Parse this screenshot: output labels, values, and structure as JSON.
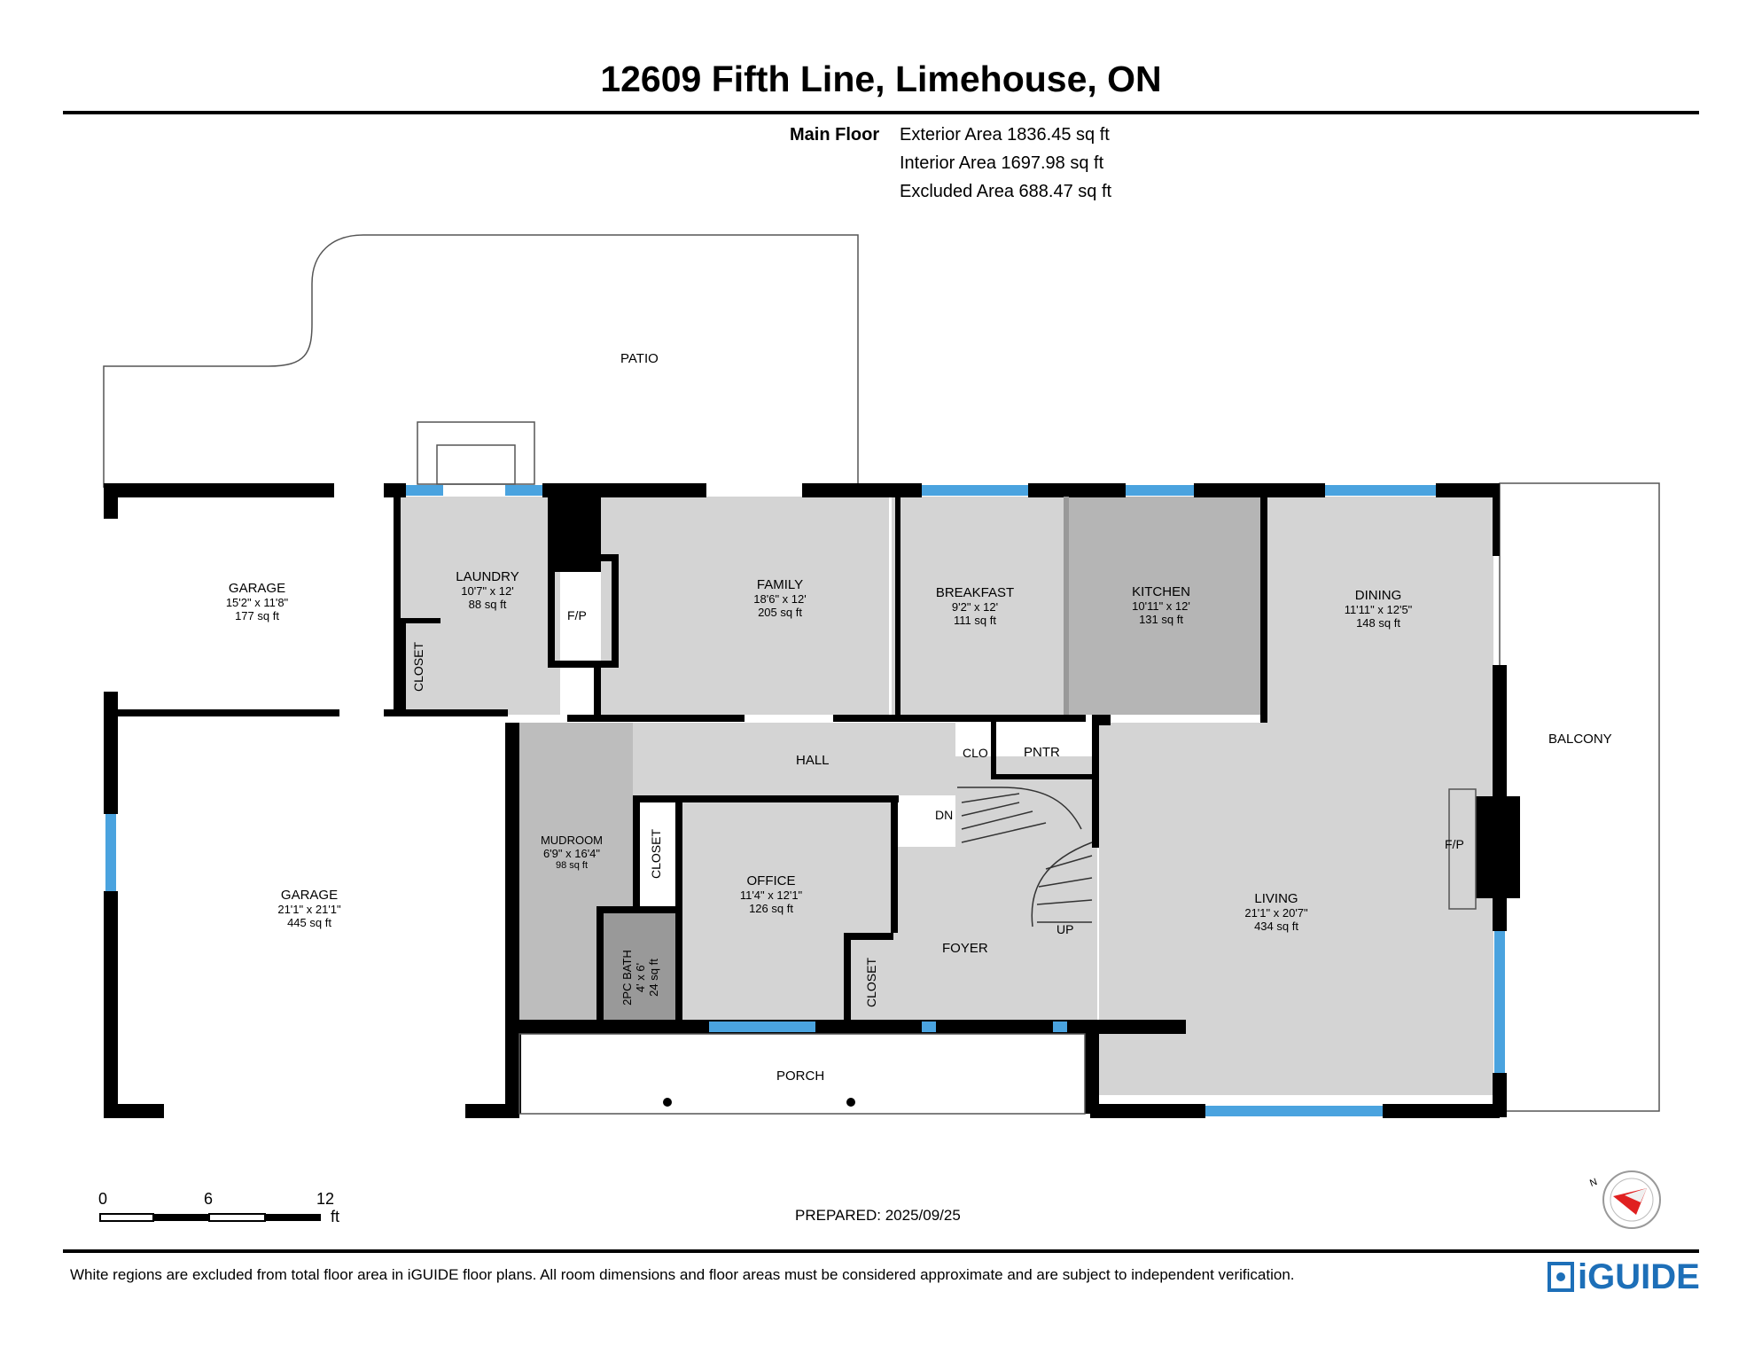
{
  "title": "12609 Fifth Line, Limehouse, ON",
  "areas": {
    "floor_label": "Main Floor",
    "lines": [
      "Exterior Area 1836.45 sq ft",
      "Interior Area 1697.98 sq ft",
      "Excluded Area 688.47 sq ft"
    ]
  },
  "rooms": {
    "patio": "PATIO",
    "garage_small": {
      "name": "GARAGE",
      "dims": "15'2\" x 11'8\"",
      "area": "177 sq ft"
    },
    "laundry": {
      "name": "LAUNDRY",
      "dims": "10'7\" x 12'",
      "area": "88 sq ft"
    },
    "family": {
      "name": "FAMILY",
      "dims": "18'6\" x 12'",
      "area": "205 sq ft"
    },
    "breakfast": {
      "name": "BREAKFAST",
      "dims": "9'2\" x 12'",
      "area": "111 sq ft"
    },
    "kitchen": {
      "name": "KITCHEN",
      "dims": "10'11\" x 12'",
      "area": "131 sq ft"
    },
    "dining": {
      "name": "DINING",
      "dims": "11'11\" x 12'5\"",
      "area": "148 sq ft"
    },
    "balcony": "BALCONY",
    "hall": "HALL",
    "clo": "CLO",
    "pntr": "PNTR",
    "garage_large": {
      "name": "GARAGE",
      "dims": "21'1\" x 21'1\"",
      "area": "445 sq ft"
    },
    "mudroom": {
      "name": "MUDROOM",
      "dims": "6'9\" x 16'4\"",
      "area": "98 sq ft"
    },
    "office": {
      "name": "OFFICE",
      "dims": "11'4\" x 12'1\"",
      "area": "126 sq ft"
    },
    "bath": {
      "name": "2PC BATH",
      "dims": "4' x 6'",
      "area": "24 sq ft"
    },
    "foyer": "FOYER",
    "living": {
      "name": "LIVING",
      "dims": "21'1\" x 20'7\"",
      "area": "434 sq ft"
    },
    "porch": "PORCH",
    "closet": "CLOSET",
    "fp": "F/P",
    "dn": "DN",
    "up": "UP"
  },
  "scale": {
    "ticks": [
      "0",
      "6",
      "12"
    ],
    "unit": "ft"
  },
  "prepared": "PREPARED: 2025/09/25",
  "disclaimer": "White regions are excluded from total floor area in iGUIDE floor plans. All room dimensions and floor areas must be considered approximate and are subject to independent verification.",
  "brand": "iGUIDE",
  "compass": {
    "label": "N"
  },
  "colors": {
    "wall": "#000000",
    "window": "#4aa3df",
    "room": "#d4d4d4",
    "room_dark": "#b5b5b5",
    "brand": "#1d6fb8",
    "compass_red": "#e02020"
  }
}
